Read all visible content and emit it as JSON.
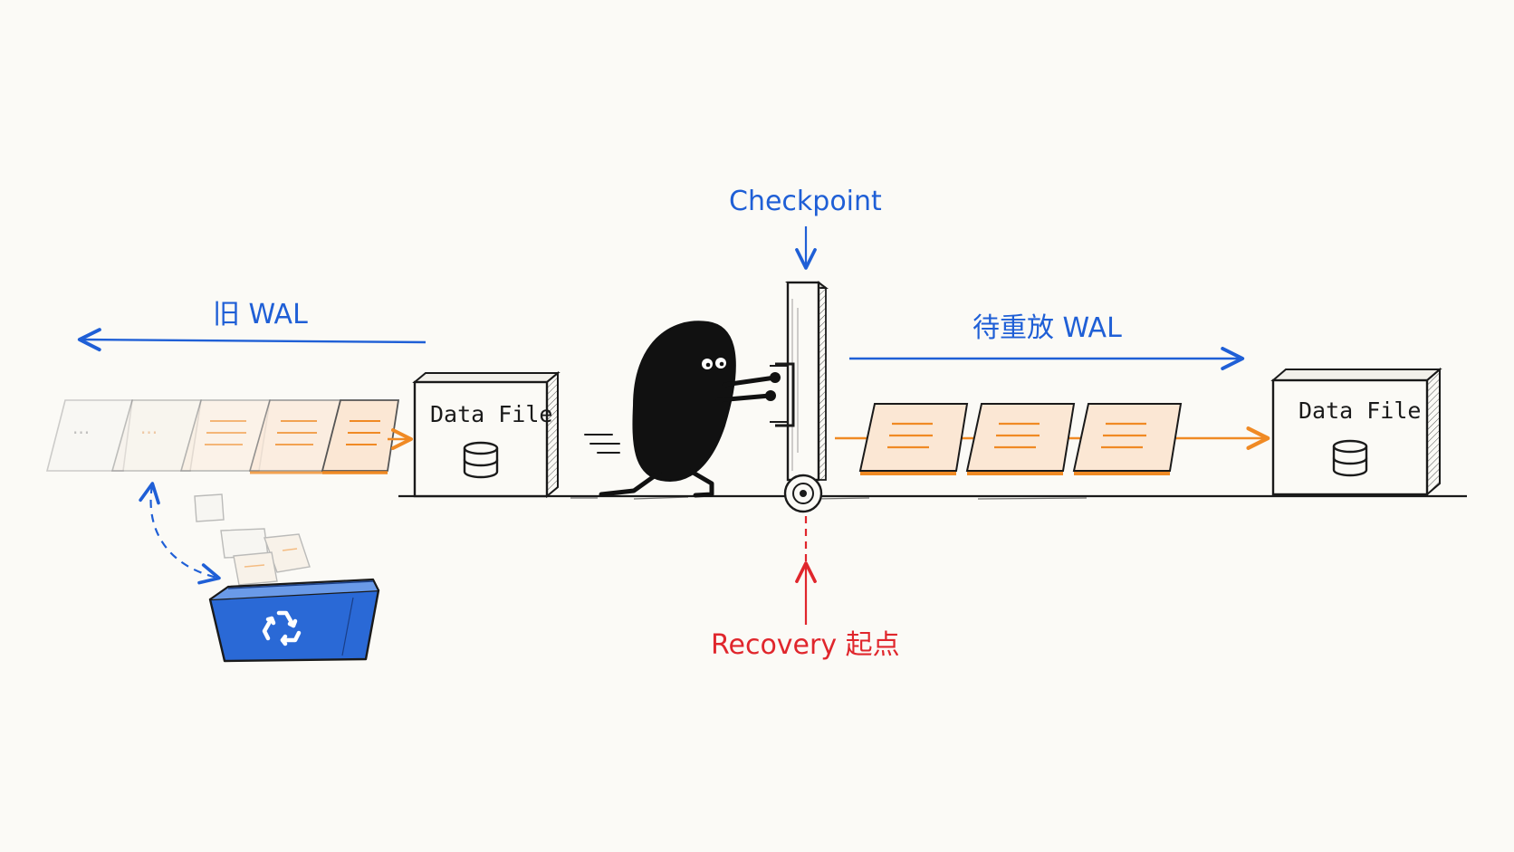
{
  "labels": {
    "old_wal": "旧 WAL",
    "checkpoint": "Checkpoint",
    "replay_wal": "待重放 WAL",
    "recovery_start": "Recovery 起点",
    "data_file_left": "Data File",
    "data_file_right": "Data File"
  },
  "old_wal_pages": {
    "faded_dots_1": "···",
    "faded_dots_2": "···"
  },
  "colors": {
    "blue": "#1f5fd6",
    "red": "#e0262c",
    "orange": "#f08a24",
    "paper": "#fbfaf6",
    "ink": "#1a1a1a"
  },
  "icons": [
    "database-icon",
    "recycle-icon",
    "recycle-bin-icon",
    "character-figure",
    "checkpoint-barrier"
  ]
}
